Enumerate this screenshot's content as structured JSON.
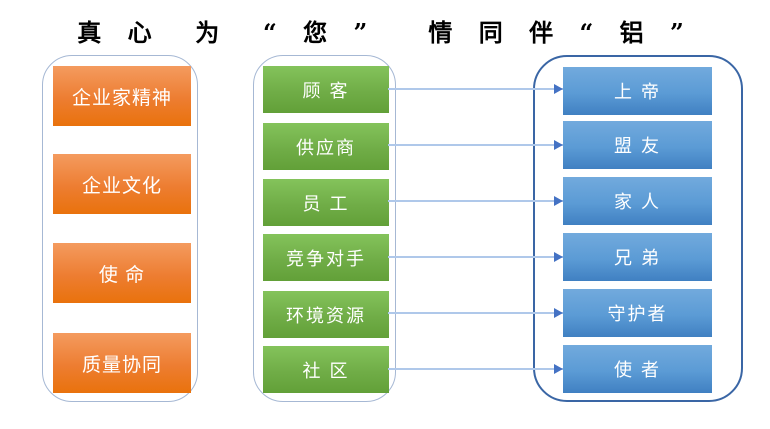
{
  "title": {
    "text": "真 心  为  “ 您 ”   情 同 伴 “ 铝 ”"
  },
  "left_panel": {
    "box_color": "#ED7D31",
    "items": [
      "企业家精神",
      "企业文化",
      "使 命",
      "质量协同"
    ]
  },
  "middle_panel": {
    "box_color": "#70AD47",
    "items": [
      "顾 客",
      "供应商",
      "员 工",
      "竞争对手",
      "环境资源",
      "社 区"
    ]
  },
  "right_panel": {
    "box_color": "#5B9BD5",
    "items": [
      "上 帝",
      "盟 友",
      "家 人",
      "兄 弟",
      "守护者",
      "使 者"
    ]
  },
  "connections": {
    "from": "middle_panel",
    "to": "right_panel",
    "pairs": [
      {
        "from": "顾 客",
        "to": "上 帝"
      },
      {
        "from": "供应商",
        "to": "盟 友"
      },
      {
        "from": "员 工",
        "to": "家 人"
      },
      {
        "from": "竞争对手",
        "to": "兄 弟"
      },
      {
        "from": "环境资源",
        "to": "守护者"
      },
      {
        "from": "社 区",
        "to": "使 者"
      }
    ],
    "line_color": "#AFC8EA",
    "arrowhead_color": "#4472C4"
  },
  "colors": {
    "panel_border_light": "#A6B8D4",
    "panel_border_dark": "#3A66A5",
    "background": "#FFFFFF",
    "title_text": "#000000",
    "box_text": "#FFFFFF"
  }
}
